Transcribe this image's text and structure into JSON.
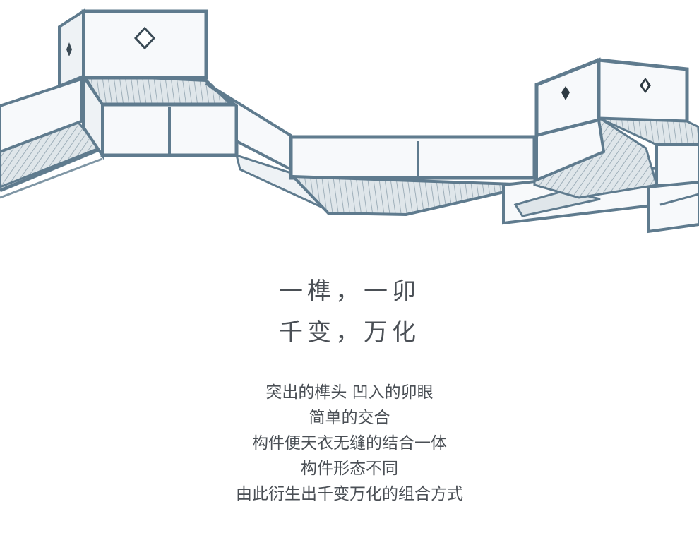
{
  "hero": {
    "image_name": "interlocking-frame-structure"
  },
  "heading": {
    "line1": "一榫，一卯",
    "line2": "千变，万化"
  },
  "body": {
    "lines": [
      "突出的榫头 凹入的卯眼",
      "简单的交合",
      "构件便天衣无缝的结合一体",
      "构件形态不同",
      "由此衍生出千变万化的组合方式"
    ]
  },
  "colors": {
    "text": "#4a4f55",
    "frame": "#5f7b8e",
    "panel": "#f7f9fb",
    "slats": "#8fa2ae"
  }
}
